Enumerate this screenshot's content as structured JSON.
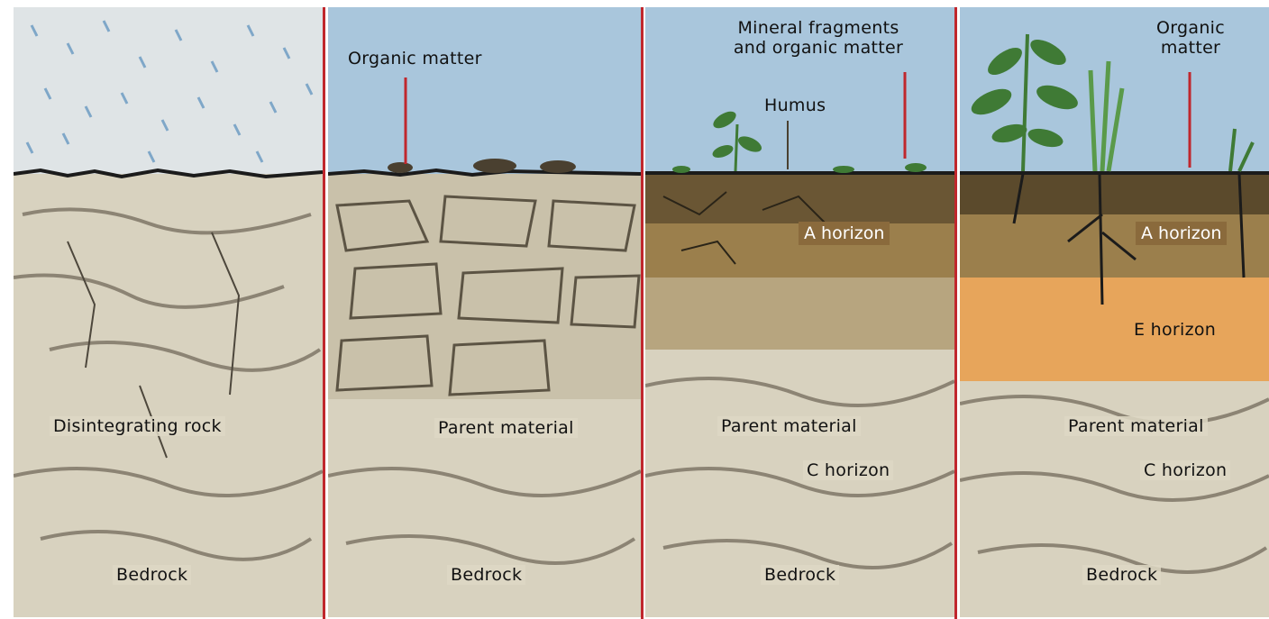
{
  "panels": [
    {
      "labels": {
        "rock": "Disintegrating rock",
        "bedrock": "Bedrock"
      }
    },
    {
      "labels": {
        "organic": "Organic matter",
        "parent": "Parent material",
        "bedrock": "Bedrock"
      }
    },
    {
      "labels": {
        "mineral_line1": "Mineral fragments",
        "mineral_line2": "and organic matter",
        "humus": "Humus",
        "a_horizon": "A horizon",
        "parent": "Parent material",
        "c_horizon": "C horizon",
        "bedrock": "Bedrock"
      }
    },
    {
      "labels": {
        "organic_line1": "Organic",
        "organic_line2": "matter",
        "a_horizon": "A horizon",
        "e_horizon": "E horizon",
        "parent": "Parent material",
        "c_horizon": "C horizon",
        "bedrock": "Bedrock"
      }
    }
  ],
  "colors": {
    "sky_rain": "#dfe4e6",
    "sky": "#a9c6dc",
    "rock": "#d8d2bf",
    "crack": "#8c8474",
    "soil_dark": "#5b4a2c",
    "a_horizon": "#9b7f4c",
    "e_horizon": "#e7a55b",
    "plant": "#3f7a35",
    "pointer": "#c0272d",
    "separator": "#c0272d"
  }
}
